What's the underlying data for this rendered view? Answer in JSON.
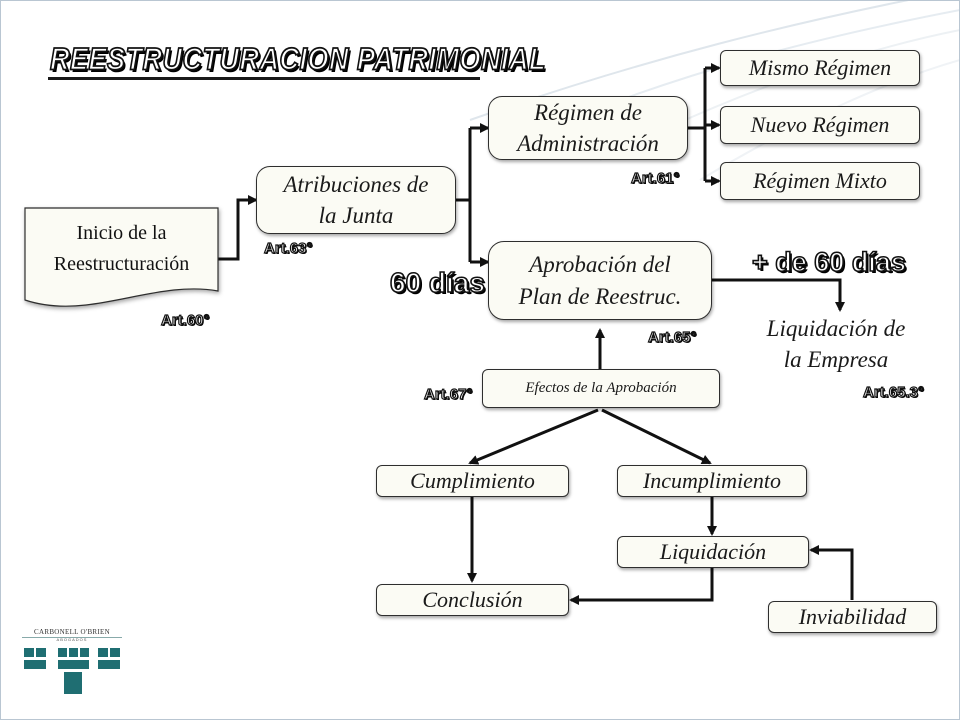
{
  "title": "REESTRUCTURACION PATRIMONIAL",
  "boxes": {
    "inicio_line1": "Inicio de la",
    "inicio_line2": "Reestructuración",
    "atribuciones_line1": "Atribuciones de",
    "atribuciones_line2": "la Junta",
    "regimen_admin_line1": "Régimen de",
    "regimen_admin_line2": "Administración",
    "mismo_regimen": "Mismo Régimen",
    "nuevo_regimen": "Nuevo Régimen",
    "regimen_mixto": "Régimen Mixto",
    "aprobacion_line1": "Aprobación del",
    "aprobacion_line2": "Plan de Reestruc.",
    "liquidacion_empresa_line1": "Liquidación de",
    "liquidacion_empresa_line2": "la Empresa",
    "efectos": "Efectos de la Aprobación",
    "cumplimiento": "Cumplimiento",
    "incumplimiento": "Incumplimiento",
    "liquidacion": "Liquidación",
    "conclusion": "Conclusión",
    "inviabilidad": "Inviabilidad"
  },
  "labels": {
    "art60": "Art.60°",
    "art63": "Art.63°",
    "art61": "Art.61°",
    "art65": "Art.65°",
    "art67": "Art.67°",
    "art653": "Art.65.3°",
    "sesenta_dias": "60 días",
    "mas_sesenta_dias": "+ de 60 días"
  },
  "logo": {
    "name": "CARBONELL O'BRIEN",
    "sub": "ABOGADOS",
    "color": "#1f6e72"
  },
  "colors": {
    "line": "#111111",
    "box_fill": "#fbfbf4",
    "frame": "#b9c6d2"
  }
}
